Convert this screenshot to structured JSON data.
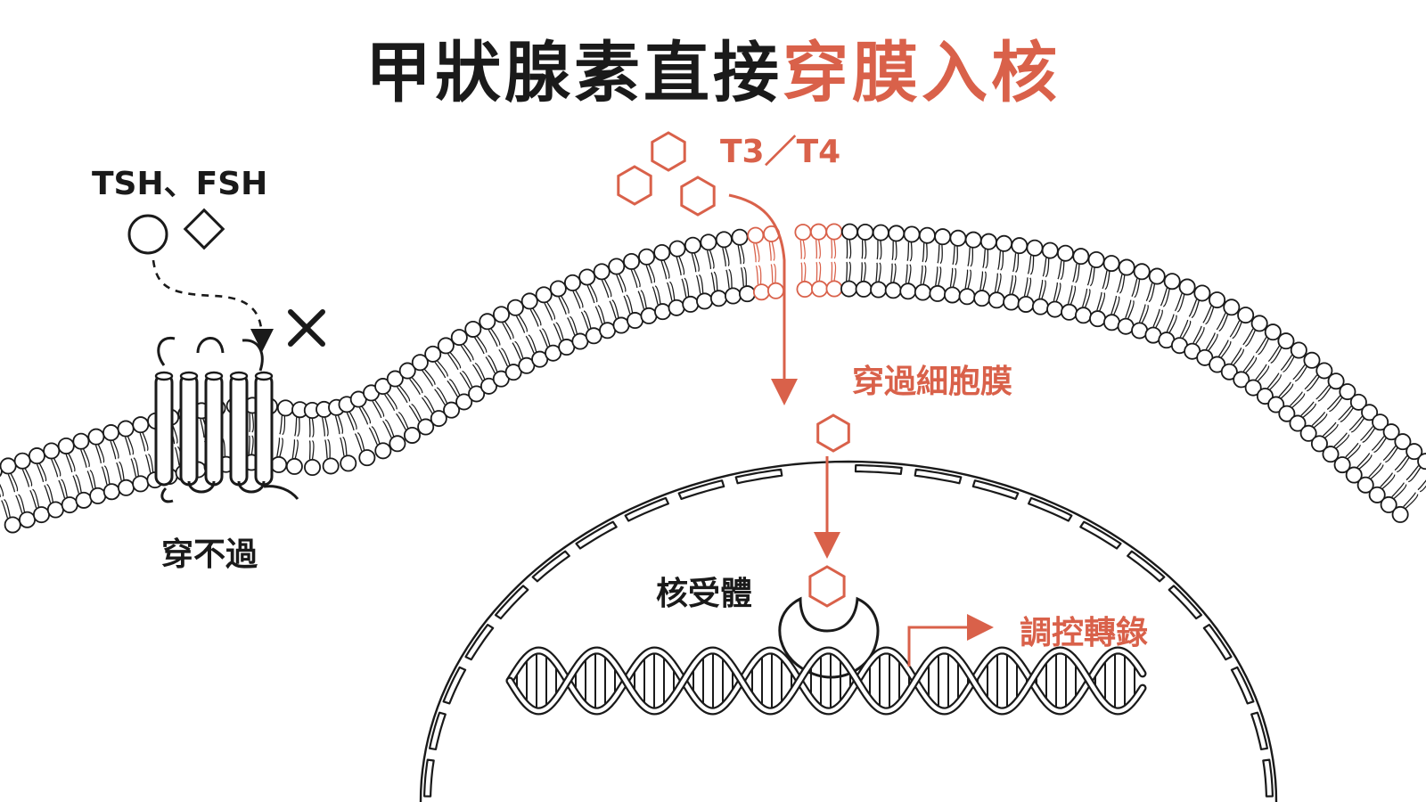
{
  "title": {
    "part1": "甲狀腺素直接",
    "part2": "穿膜入核"
  },
  "labels": {
    "tsh_fsh": "TSH、FSH",
    "t3t4": "T3／T4",
    "cannot_pass": "穿不過",
    "cross_membrane": "穿過細胞膜",
    "nuclear_receptor": "核受體",
    "regulate_transcription": "調控轉錄"
  },
  "colors": {
    "accent": "#d9614a",
    "ink": "#1a1a1a"
  },
  "icons": {
    "block": "cross-icon"
  }
}
